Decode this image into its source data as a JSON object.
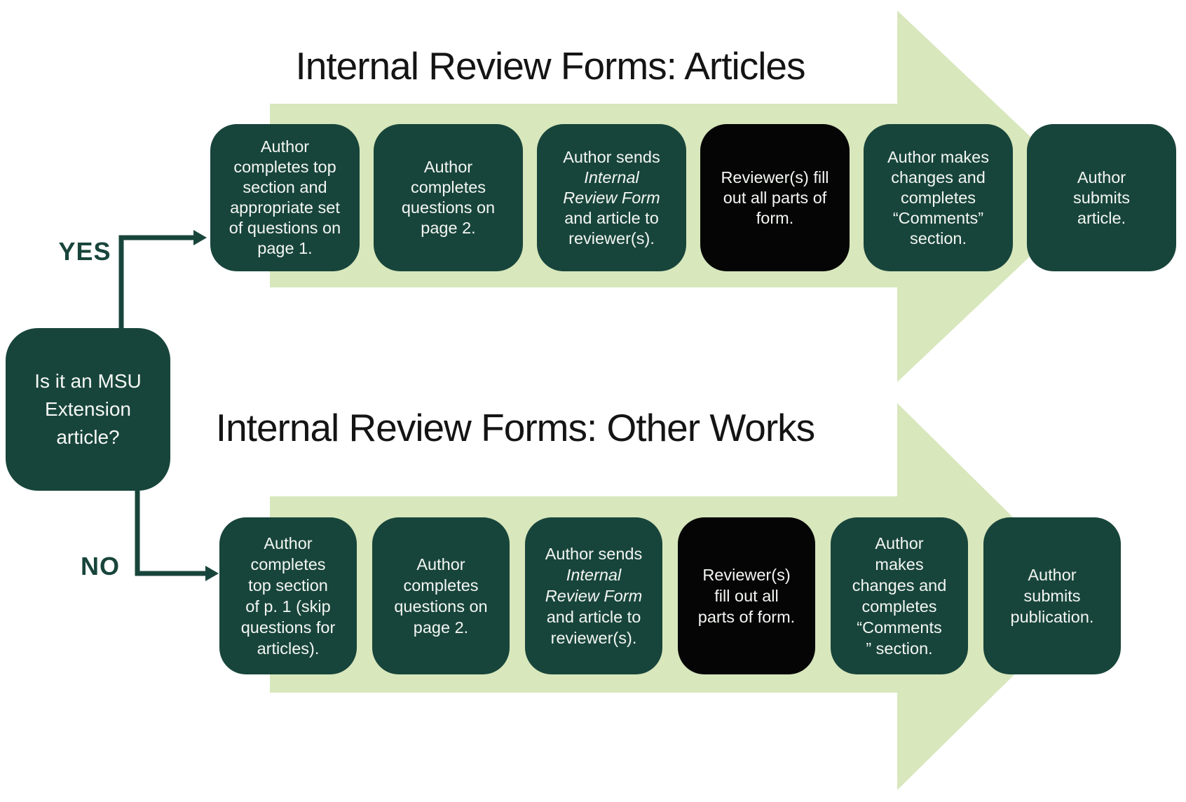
{
  "colors": {
    "dark_green": "#18453b",
    "light_green": "#d8e7bc",
    "black_box": "#050505",
    "box_text": "#f3f6f2",
    "title_text": "#141414"
  },
  "decision": {
    "lines": [
      "Is it an MSU",
      "Extension",
      "article?"
    ]
  },
  "branch_labels": {
    "yes": "YES",
    "no": "NO"
  },
  "flows": [
    {
      "id": "articles",
      "title": "Internal Review Forms: Articles",
      "steps": [
        {
          "variant": "green",
          "lines": [
            {
              "text": "Author"
            },
            {
              "text": "completes top"
            },
            {
              "text": "section and"
            },
            {
              "text": "appropriate set"
            },
            {
              "text": "of questions on"
            },
            {
              "text": "page 1."
            }
          ]
        },
        {
          "variant": "green",
          "lines": [
            {
              "text": "Author"
            },
            {
              "text": "completes"
            },
            {
              "text": "questions on"
            },
            {
              "text": "page 2."
            }
          ]
        },
        {
          "variant": "green",
          "lines": [
            {
              "text": "Author sends"
            },
            {
              "text": "Internal",
              "italic": true
            },
            {
              "text": "Review Form",
              "italic": true
            },
            {
              "text": "and article to"
            },
            {
              "text": "reviewer(s)."
            }
          ]
        },
        {
          "variant": "black",
          "lines": [
            {
              "text": "Reviewer(s) fill"
            },
            {
              "text": "out all parts of"
            },
            {
              "text": "form."
            }
          ]
        },
        {
          "variant": "green",
          "lines": [
            {
              "text": "Author makes"
            },
            {
              "text": "changes and"
            },
            {
              "text": "completes"
            },
            {
              "text": "“Comments”"
            },
            {
              "text": "section."
            }
          ]
        },
        {
          "variant": "green",
          "lines": [
            {
              "text": "Author"
            },
            {
              "text": "submits"
            },
            {
              "text": "article."
            }
          ]
        }
      ]
    },
    {
      "id": "other-works",
      "title": "Internal Review Forms: Other Works",
      "steps": [
        {
          "variant": "green",
          "lines": [
            {
              "text": "Author"
            },
            {
              "text": "completes"
            },
            {
              "text": "top section"
            },
            {
              "text": "of p. 1 (skip"
            },
            {
              "text": "questions for"
            },
            {
              "text": "articles)."
            }
          ]
        },
        {
          "variant": "green",
          "lines": [
            {
              "text": "Author"
            },
            {
              "text": "completes"
            },
            {
              "text": "questions on"
            },
            {
              "text": "page 2."
            }
          ]
        },
        {
          "variant": "green",
          "lines": [
            {
              "text": "Author sends"
            },
            {
              "text": "Internal",
              "italic": true
            },
            {
              "text": "Review Form",
              "italic": true
            },
            {
              "text": "and article to"
            },
            {
              "text": "reviewer(s)."
            }
          ]
        },
        {
          "variant": "black",
          "lines": [
            {
              "text": "Reviewer(s)"
            },
            {
              "text": "fill out all"
            },
            {
              "text": "parts of form."
            }
          ]
        },
        {
          "variant": "green",
          "lines": [
            {
              "text": "Author"
            },
            {
              "text": "makes"
            },
            {
              "text": "changes and"
            },
            {
              "text": "completes"
            },
            {
              "text": "“Comments"
            },
            {
              "text": "” section."
            }
          ]
        },
        {
          "variant": "green",
          "lines": [
            {
              "text": "Author"
            },
            {
              "text": "submits"
            },
            {
              "text": "publication."
            }
          ]
        }
      ]
    }
  ]
}
